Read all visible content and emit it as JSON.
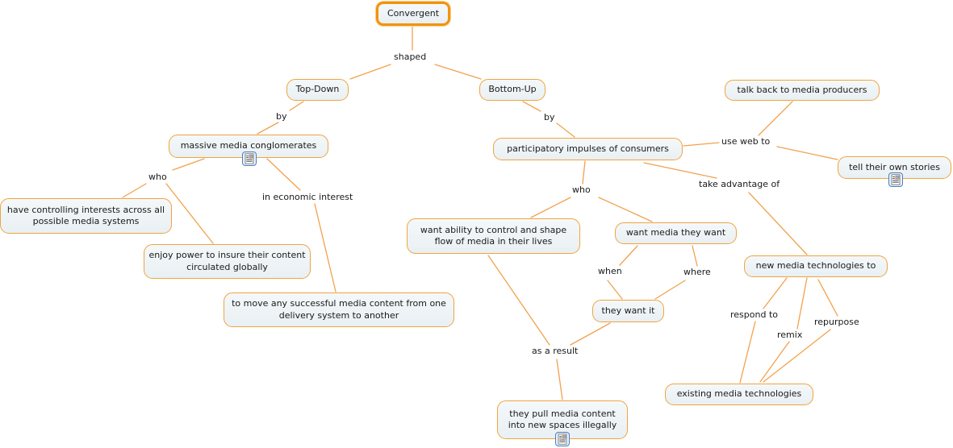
{
  "colors": {
    "background": "#ffffff",
    "node_fill_top": "#f4f8fa",
    "node_fill_bottom": "#e9f0f3",
    "node_border": "#F0A43E",
    "selected_node_border": "#F2920D",
    "connector_line": "#F2A14D",
    "resource_icon_border": "#4a7ec0",
    "text": "#1a1a1a"
  },
  "nodes": {
    "convergent": {
      "label": "Convergent",
      "selected": true
    },
    "top_down": {
      "label": "Top-Down"
    },
    "bottom_up": {
      "label": "Bottom-Up"
    },
    "massive": {
      "label": "massive media conglomerates",
      "has_resource_icon": true
    },
    "controlling": {
      "label": "have controlling interests across all possible media systems"
    },
    "enjoy": {
      "label": "enjoy power to insure their content circulated globally"
    },
    "move": {
      "label": "to move any successful media content from one delivery system to another"
    },
    "participatory": {
      "label": "participatory impulses of consumers"
    },
    "talkback": {
      "label": "talk back to media producers"
    },
    "tellstories": {
      "label": "tell their own stories",
      "has_resource_icon": true
    },
    "wantability": {
      "label": "want ability to control and shape flow of media in their lives"
    },
    "wantmedia": {
      "label": "want media they want"
    },
    "theywantit": {
      "label": "they want it"
    },
    "newmedia": {
      "label": "new media technologies to"
    },
    "existing": {
      "label": "existing media technologies"
    },
    "pullmedia": {
      "label": "they pull media content into new spaces illegally",
      "has_resource_icon": true
    }
  },
  "link_labels": {
    "shaped": "shaped",
    "by_left": "by",
    "who_left": "who",
    "in_economic_interest": "in economic interest",
    "by_right": "by",
    "use_web_to": "use web to",
    "take_advantage_of": "take advantage of",
    "who_right": "who",
    "when": "when",
    "where": "where",
    "respond_to": "respond to",
    "remix": "remix",
    "repurpose": "repurpose",
    "as_a_result": "as a result"
  },
  "connections": [
    {
      "from": "Convergent",
      "label": "shaped",
      "to": "Top-Down"
    },
    {
      "from": "Convergent",
      "label": "shaped",
      "to": "Bottom-Up"
    },
    {
      "from": "Top-Down",
      "label": "by",
      "to": "massive media conglomerates"
    },
    {
      "from": "massive media conglomerates",
      "label": "who",
      "to": "have controlling interests across all possible media systems"
    },
    {
      "from": "massive media conglomerates",
      "label": "who",
      "to": "enjoy power to insure their content circulated globally"
    },
    {
      "from": "massive media conglomerates",
      "label": "in economic interest",
      "to": "to move any successful media content from one delivery system to another"
    },
    {
      "from": "Bottom-Up",
      "label": "by",
      "to": "participatory impulses of consumers"
    },
    {
      "from": "participatory impulses of consumers",
      "label": "use web to",
      "to": "talk back to media producers"
    },
    {
      "from": "participatory impulses of consumers",
      "label": "use web to",
      "to": "tell their own stories"
    },
    {
      "from": "participatory impulses of consumers",
      "label": "who",
      "to": "want ability to control and shape flow of media in their lives"
    },
    {
      "from": "participatory impulses of consumers",
      "label": "who",
      "to": "want media they want"
    },
    {
      "from": "participatory impulses of consumers",
      "label": "take advantage of",
      "to": "new media technologies to"
    },
    {
      "from": "want media they want",
      "label": "when",
      "to": "they want it"
    },
    {
      "from": "want media they want",
      "label": "where",
      "to": "they want it"
    },
    {
      "from": "want ability to control and shape flow of media in their lives",
      "label": "as a result",
      "to": "they pull media content into new spaces illegally"
    },
    {
      "from": "they want it",
      "label": "as a result",
      "to": "they pull media content into new spaces illegally"
    },
    {
      "from": "new media technologies to",
      "label": "respond to",
      "to": "existing media technologies"
    },
    {
      "from": "new media technologies to",
      "label": "remix",
      "to": "existing media technologies"
    },
    {
      "from": "new media technologies to",
      "label": "repurpose",
      "to": "existing media technologies"
    }
  ],
  "icons": {
    "resource": "document-with-image-resource-icon"
  }
}
